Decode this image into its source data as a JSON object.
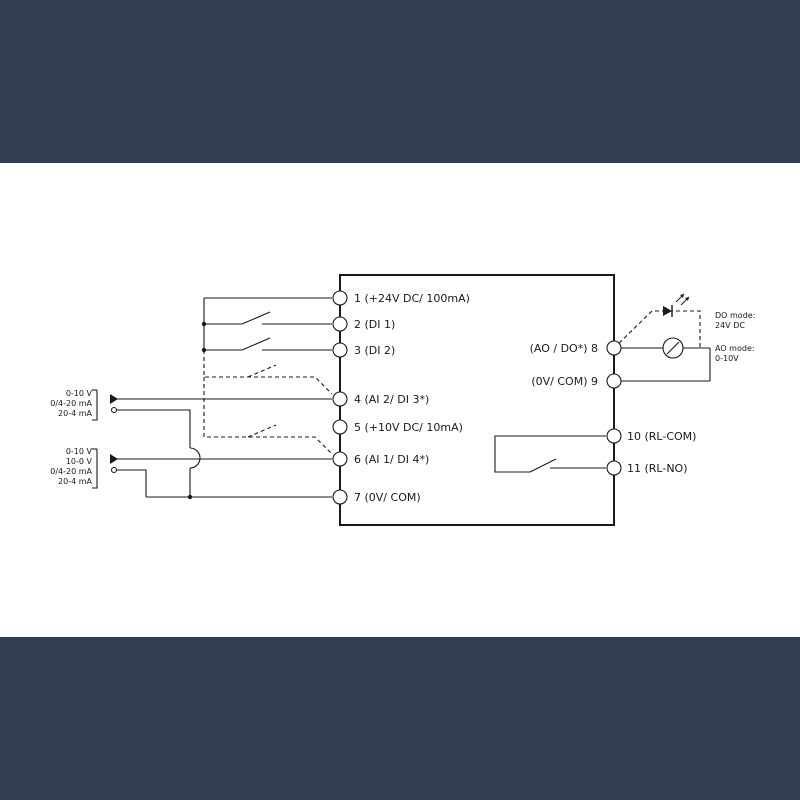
{
  "colors": {
    "band": "#323d54",
    "panel": "#ffffff",
    "line": "#1a1a1a"
  },
  "terminals": {
    "t1": "1 (+24V DC/ 100mA)",
    "t2": "2 (DI 1)",
    "t3": "3 (DI 2)",
    "t4": "4 (AI 2/ DI 3*)",
    "t5": "5 (+10V DC/ 10mA)",
    "t6": "6 (AI 1/ DI 4*)",
    "t7": "7 (0V/ COM)",
    "t8": "(AO / DO*) 8",
    "t9": "(0V/ COM) 9",
    "t10": "10 (RL-COM)",
    "t11": "11 (RL-NO)"
  },
  "sensor_top": {
    "line1": "0-10 V",
    "line2": "0/4-20 mA",
    "line3": "20-4 mA"
  },
  "sensor_bottom": {
    "line1": "0-10 V",
    "line2": "10-0 V",
    "line3": "0/4-20 mA",
    "line4": "20-4 mA"
  },
  "output_modes": {
    "do_title": "DO mode:",
    "do_value": "24V DC",
    "ao_title": "AO mode:",
    "ao_value": "0-10V"
  }
}
